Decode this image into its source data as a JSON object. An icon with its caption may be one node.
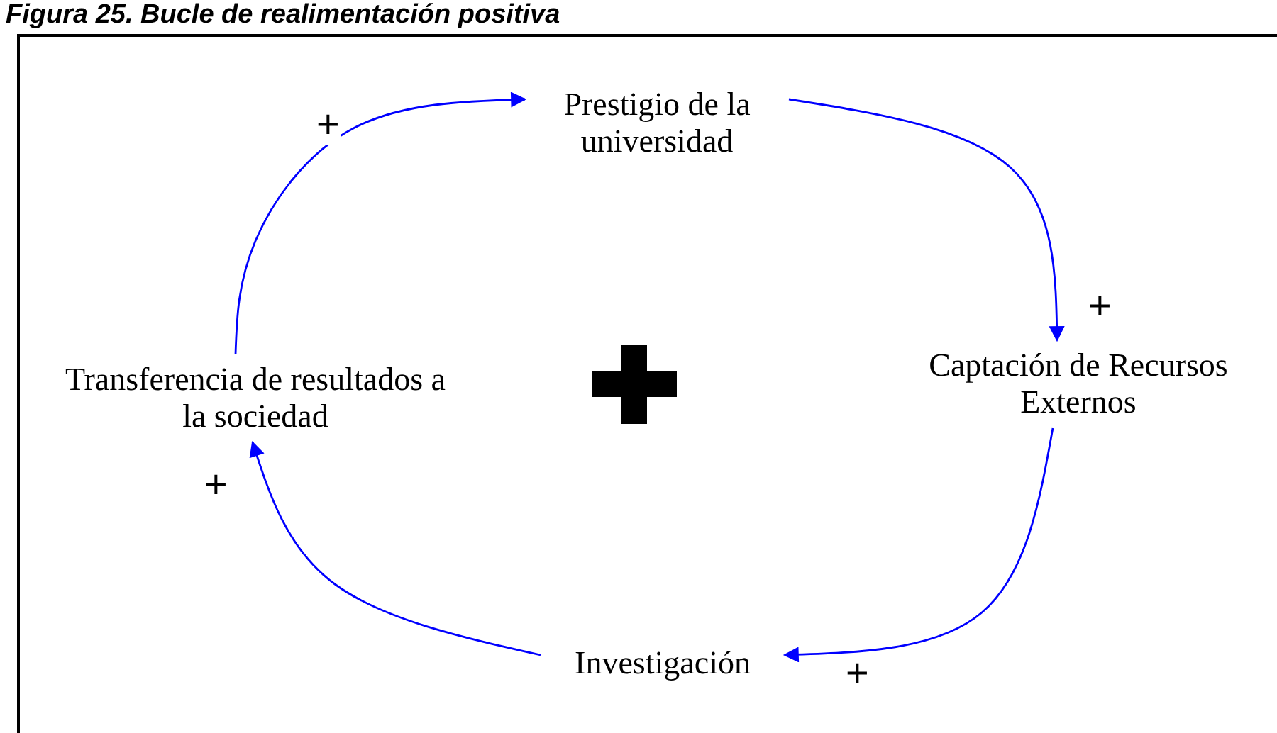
{
  "diagram": {
    "title": "Figura 25. Bucle de realimentación positiva",
    "nodes": [
      {
        "text": [
          "Prestigio de la universidad"
        ]
      },
      {
        "text": [
          "Captación de Recursos Externos"
        ]
      },
      {
        "text": [
          "Investigación"
        ]
      },
      {
        "text": [
          "Transferencia de resultados a la sociedad"
        ]
      }
    ],
    "edges": [
      {
        "from": 3,
        "to": 0,
        "arrow": "to",
        "label": "+"
      },
      {
        "from": 0,
        "to": 1,
        "arrow": "to",
        "label": "+"
      },
      {
        "from": 1,
        "to": 2,
        "arrow": "to",
        "label": "+"
      },
      {
        "from": 2,
        "to": 3,
        "arrow": "to",
        "label": "+"
      }
    ]
  }
}
